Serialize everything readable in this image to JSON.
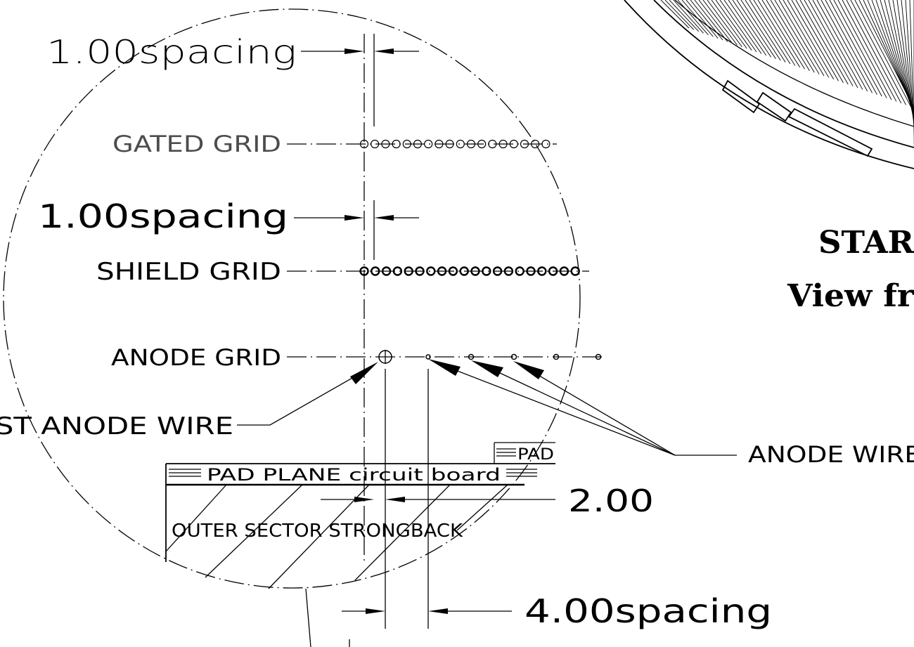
{
  "labels": {
    "spacing_top": "1.00spacing",
    "gated_grid": "GATED GRID",
    "spacing_mid": "1.00spacing",
    "shield_grid": "SHIELD GRID",
    "anode_grid": "ANODE GRID",
    "last_anode_wire": "LAST ANODE WIRE",
    "anode_wires": "ANODE WIRES",
    "pad": "PAD",
    "pad_plane": "PAD PLANE circuit board",
    "dim_2": "2.00",
    "outer_sector": "OUTER SECTOR STRONGBACK",
    "spacing_bottom": "4.00spacing",
    "title_line1": "STAR",
    "title_line2": "View fr"
  },
  "grids": {
    "gated_wire_count": 18,
    "shield_wire_count": 20,
    "anode_wire_count": 6
  }
}
